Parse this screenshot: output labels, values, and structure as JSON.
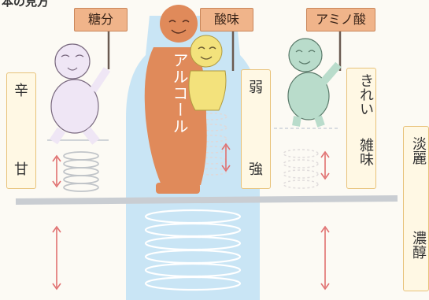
{
  "header_fragment": "本の見方",
  "signs": {
    "sugar": "糖分",
    "acidity": "酸味",
    "amino": "アミノ酸"
  },
  "figure_text": "アルコール",
  "scale_left": {
    "top": "辛",
    "bottom": "甘"
  },
  "scale_mid": {
    "top": "弱",
    "bottom": "強"
  },
  "scale_amino": {
    "top": "きれい",
    "bottom": "雑味"
  },
  "scale_right": {
    "top": "淡麗",
    "bottom": "濃醇"
  },
  "colors": {
    "sign_fill": "#f0b48a",
    "scale_border": "#e8c27a",
    "alcohol_figure": "#e08a5a",
    "lime_figure": "#f3e27c",
    "purple_figure": "#efe6f5",
    "green_figure": "#b9dccb",
    "bottle_blue": "#bfe0f5",
    "arrow_red": "#e07070"
  }
}
